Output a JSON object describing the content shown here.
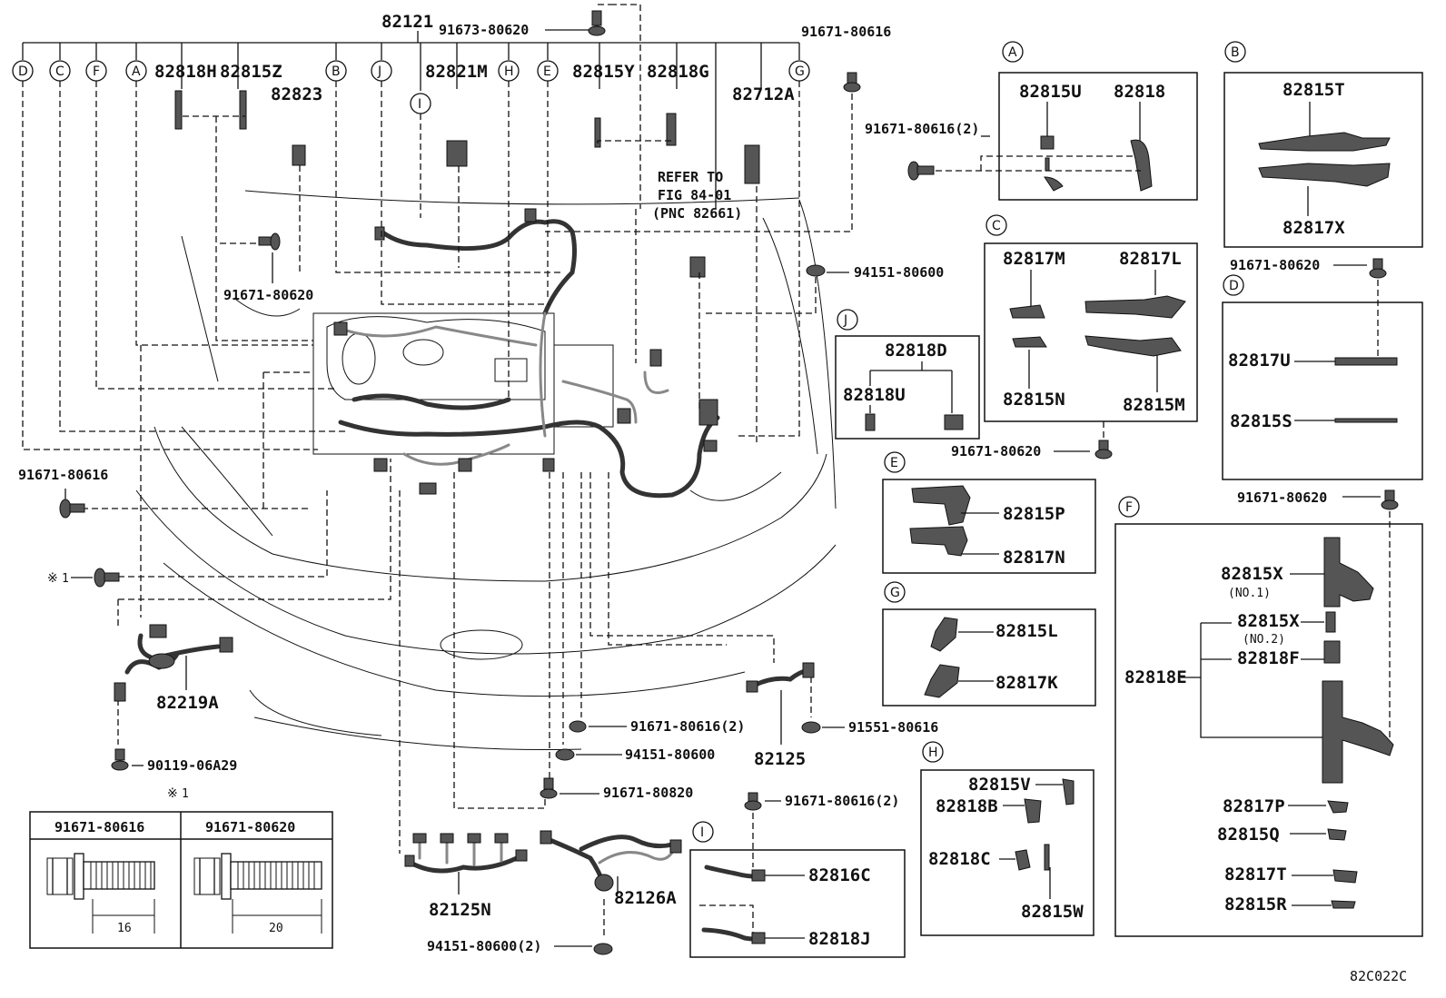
{
  "diagram": {
    "main_labels": {
      "harness": "82121",
      "bolt_top": "91673-80620",
      "bolt_tr": "91671-80616",
      "bolt_tr2": "91671-80616(2)",
      "p82818h": "82818H",
      "p82815z": "82815Z",
      "p82823": "82823",
      "p82821m": "82821M",
      "p82815y": "82815Y",
      "p82818g": "82818G",
      "p82712a": "82712A",
      "refer1": "REFER TO",
      "refer2": "FIG 84-01",
      "refer3": "(PNC 82661)",
      "bolt_left_mid": "91671-80620",
      "nut_94151": "94151-80600",
      "bolt_left": "91671-80616",
      "ref1": "1",
      "p82219a": "82219A",
      "bolt_90119": "90119-06A29",
      "bolt_c_down": "91671-80616(2)",
      "nut_c_down": "94151-80600",
      "bolt_80820": "91671-80820",
      "p82125": "82125",
      "nut_91551": "91551-80616",
      "bolt_i": "91671-80616(2)",
      "p82125n": "82125N",
      "p82126a": "82126A",
      "nut_bottom": "94151-80600(2)",
      "code": "82C022C",
      "bolt_c_right": "91671-80620",
      "bolt_b_under": "91671-80620",
      "bolt_f_top": "91671-80620"
    },
    "circle_letters": [
      "D",
      "C",
      "F",
      "A",
      "B",
      "J",
      "I",
      "H",
      "E",
      "G"
    ],
    "panels": {
      "A": {
        "letter": "A",
        "parts": [
          "82815U",
          "82818"
        ],
        "bolt": "91671-80616(2)"
      },
      "B": {
        "letter": "B",
        "parts": [
          "82815T",
          "82817X"
        ]
      },
      "C": {
        "letter": "C",
        "parts": [
          "82817M",
          "82817L",
          "82815N",
          "82815M"
        ]
      },
      "D": {
        "letter": "D",
        "parts": [
          "82817U",
          "82815S"
        ]
      },
      "J": {
        "letter": "J",
        "parts": [
          "82818D",
          "82818U"
        ]
      },
      "E": {
        "letter": "E",
        "parts": [
          "82815P",
          "82817N"
        ]
      },
      "G": {
        "letter": "G",
        "parts": [
          "82815L",
          "82817K"
        ]
      },
      "F": {
        "letter": "F",
        "parts": [
          "82815X",
          "(NO.1)",
          "82815X",
          "(NO.2)",
          "82818F",
          "82818E",
          "82817P",
          "82815Q",
          "82817T",
          "82815R"
        ]
      },
      "H": {
        "letter": "H",
        "parts": [
          "82815V",
          "82818B",
          "82818C",
          "82815W"
        ]
      },
      "I": {
        "letter": "I",
        "parts": [
          "82816C",
          "82818J"
        ]
      }
    },
    "note_table": {
      "marker": "1",
      "col1": "91671-80616",
      "col2": "91671-80620",
      "len1": "16",
      "len2": "20"
    }
  }
}
